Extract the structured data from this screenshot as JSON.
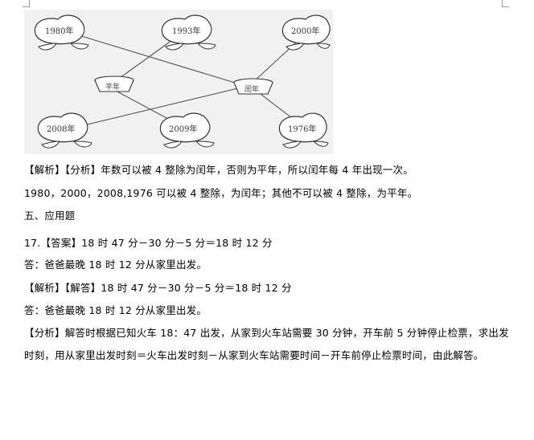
{
  "figure": {
    "peaches": [
      {
        "id": "p1980",
        "label": "1980年"
      },
      {
        "id": "p1993",
        "label": "1993年"
      },
      {
        "id": "p2000",
        "label": "2000年"
      },
      {
        "id": "p2008",
        "label": "2008年"
      },
      {
        "id": "p2009",
        "label": "2009年"
      },
      {
        "id": "p1976",
        "label": "1976年"
      }
    ],
    "baskets": [
      {
        "id": "common",
        "label": "平年"
      },
      {
        "id": "leap",
        "label": "闰年"
      }
    ]
  },
  "analysis_line1": "【解析】【分析】年数可以被 4 整除为闰年，否则为平年，所以闰年每 4 年出现一次。",
  "analysis_line2": "1980，2000，2008,1976 可以被 4 整除，为闰年；其他不可以被 4 整除，为平年。",
  "section_heading": "五、应用题",
  "q17_answer": "17.【答案】18 时 47 分－30 分－5 分＝18 时 12 分",
  "q17_reply1": "答：爸爸最晚 18 时 12 分从家里出发。",
  "q17_solution": "【解析】【解答】18 时 47 分－30 分－5 分＝18 时 12 分",
  "q17_reply2": "答：爸爸最晚 18 时 12 分从家里出发。",
  "q17_analysis_line1": "【分析】解答时根据已知火车 18：47 出发，从家到火车站需要 30 分钟，开车前 5 分钟停止检票，求出发",
  "q17_analysis_line2": "时刻，用从家里出发时刻＝火车出发时刻－从家到火车站需要时间－开车前停止检票时间，由此解答。"
}
